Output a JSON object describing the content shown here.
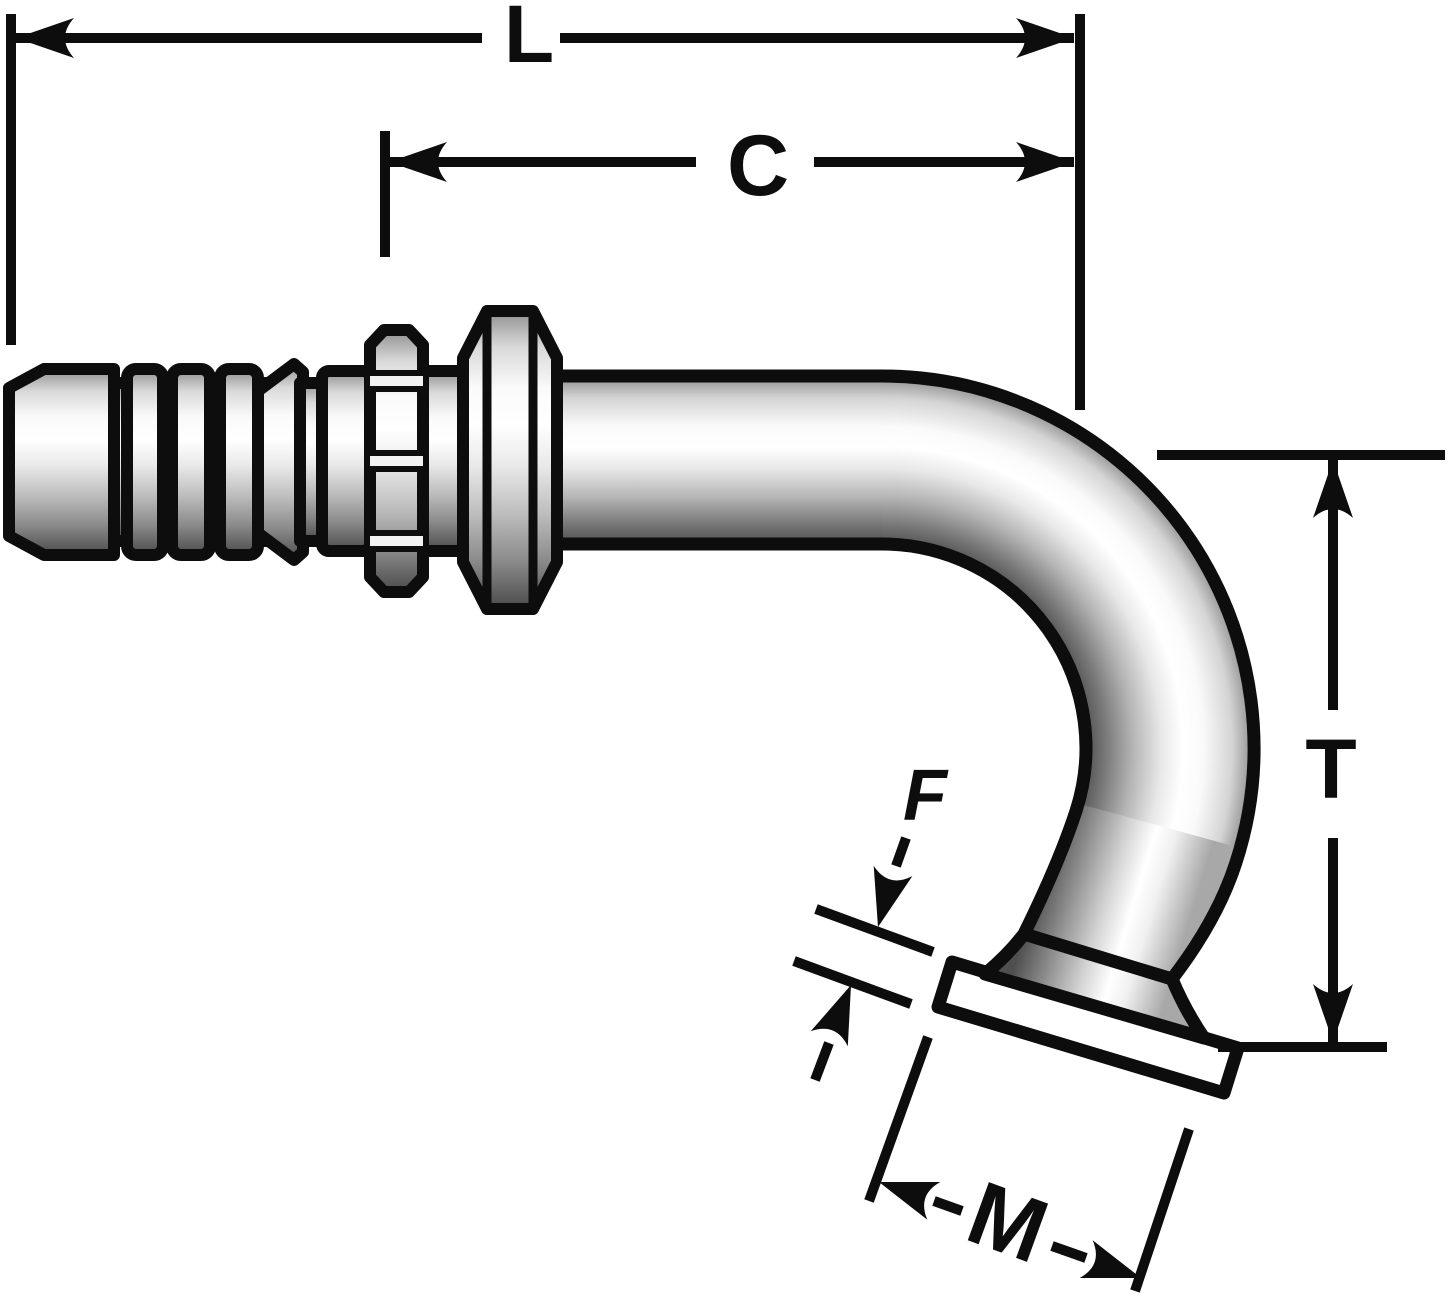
{
  "labels": {
    "overall_length": "L",
    "cutoff_length": "C",
    "drop_height": "T",
    "flange_thickness": "F",
    "flange_diameter": "M"
  },
  "colors": {
    "outline": "#0d0d0d",
    "background": "#ffffff",
    "metal_highlight": "#ffffff",
    "metal_shadow": "#4f4f4f"
  }
}
